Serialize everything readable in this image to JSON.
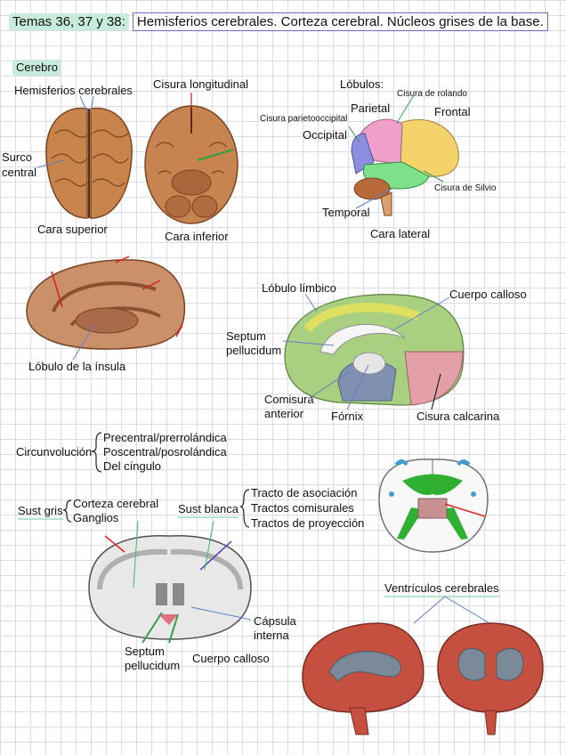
{
  "header": {
    "topic_label": "Temas 36, 37 y 38:",
    "topic_title": "Hemisferios cerebrales. Corteza cerebral. Núcleos grises de la base."
  },
  "section_tag": "Cerebro",
  "fig1": {
    "hemisferios": "Hemisferios cerebrales",
    "surco_1": "Surco",
    "surco_2": "central",
    "cara_superior": "Cara superior",
    "cisura_longitudinal": "Cisura longitudinal",
    "cara_inferior": "Cara inferior"
  },
  "lobes": {
    "heading": "Lóbulos:",
    "cisura_rolando": "Cisura de rolando",
    "parietal": "Parietal",
    "frontal": "Frontal",
    "cisura_parietooccipital": "Cisura parietooccipital",
    "occipital": "Occipital",
    "cisura_silvio": "Cisura de Silvio",
    "temporal": "Temporal",
    "cara_lateral": "Cara lateral"
  },
  "insula": {
    "label": "Lóbulo de la ínsula"
  },
  "medial": {
    "lobulo_limbico": "Lóbulo límbico",
    "cuerpo_calloso": "Cuerpo calloso",
    "septum_1": "Septum",
    "septum_2": "pellucidum",
    "comisura_1": "Comisura",
    "comisura_2": "anterior",
    "fornix": "Fórnix",
    "cisura_calcarina": "Cisura calcarina"
  },
  "circunvolucion": {
    "label": "Circunvolución",
    "items": [
      "Precentral/prerrolándica",
      "Poscentral/posrolándica",
      "Del cíngulo"
    ]
  },
  "sust_gris": {
    "label": "Sust gris",
    "items": [
      "Corteza cerebral",
      "Ganglios"
    ]
  },
  "sust_blanca": {
    "label": "Sust blanca",
    "items": [
      "Tracto de asociación",
      "Tractos comisurales",
      "Tractos de proyección"
    ]
  },
  "coronal": {
    "capsula_1": "Cápsula",
    "capsula_2": "interna",
    "septum_1": "Septum",
    "septum_2": "pellucidum",
    "cuerpo_calloso": "Cuerpo calloso"
  },
  "ventricles": {
    "label": "Ventrículos cerebrales"
  },
  "colors": {
    "highlight": "#c8ecdc",
    "frame": "#6a6ab8",
    "frontal": "#f3d36a",
    "parietal": "#f0a0c8",
    "occipital": "#8e8ee0",
    "temporal": "#7ee08a",
    "cerebellum": "#b86a3a",
    "brain_tan": "#c9844c"
  }
}
